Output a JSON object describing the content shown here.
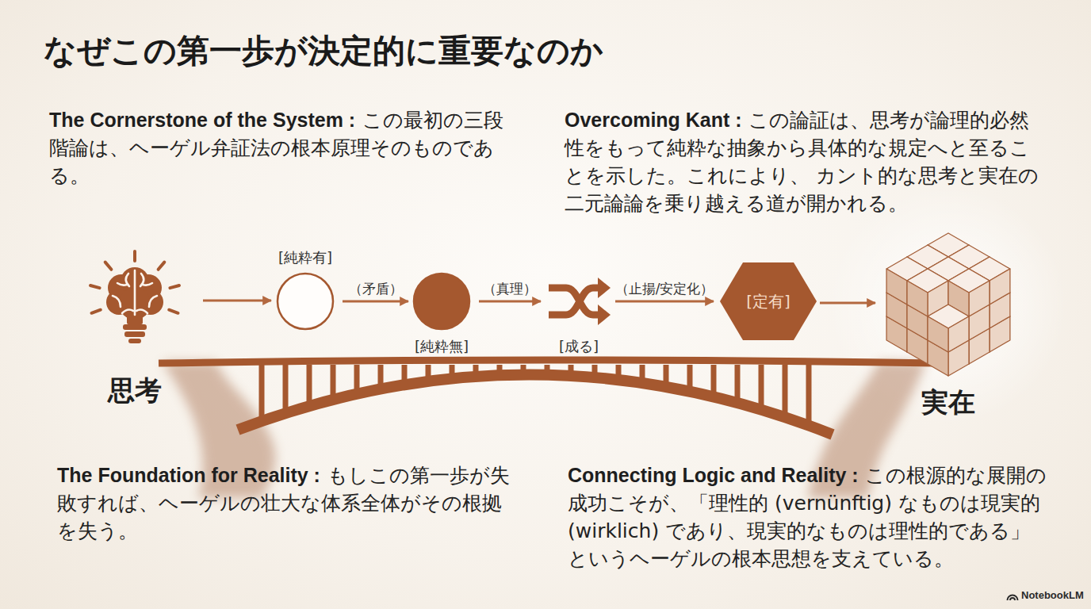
{
  "diagram": {
    "title": "なぜこの第一歩が決定的に重要なのか",
    "nodes": [
      {
        "text": [
          "思考"
        ]
      },
      {
        "text": [
          "[純粋有]"
        ]
      },
      {
        "text": [
          "[純粋無]"
        ]
      },
      {
        "text": [
          "[成る]"
        ]
      },
      {
        "text": [
          "[定有]"
        ]
      },
      {
        "text": [
          "実在"
        ]
      }
    ],
    "edges": [
      {
        "from": 0,
        "to": 1,
        "arrow": "to"
      },
      {
        "from": 1,
        "to": 2,
        "label": "（矛盾）",
        "arrow": "to"
      },
      {
        "from": 2,
        "to": 3,
        "label": "（真理）",
        "arrow": "to"
      },
      {
        "from": 3,
        "to": 4,
        "label": "（止揚/安定化）",
        "arrow": "to"
      },
      {
        "from": 4,
        "to": 5,
        "arrow": "to"
      }
    ],
    "labels": [
      "The Cornerstone of the System :",
      "この最初の三段階論は、ヘーゲル弁証法の根本原理そのものである。",
      "Overcoming Kant :",
      "この論証は、思考が論理的必然性をもって純粋な抽象から具体的な規定へと至ることを示した。これにより、 カント的な思考と実在の二元論論を乗り越える道が開かれる。",
      "The Foundation for Reality :",
      "もしこの第一歩が失敗すれば、ヘーゲルの壮大な体系全体がその根拠を失う。",
      "Connecting Logic and Reality :",
      "この根源的な展開の成功こそが、「理性的 (vernünftig) なものは現実的 (wirklich) であり、現実的なものは理性的である」というヘーゲルの根本思想を支えている。",
      "NotebookLM"
    ]
  }
}
